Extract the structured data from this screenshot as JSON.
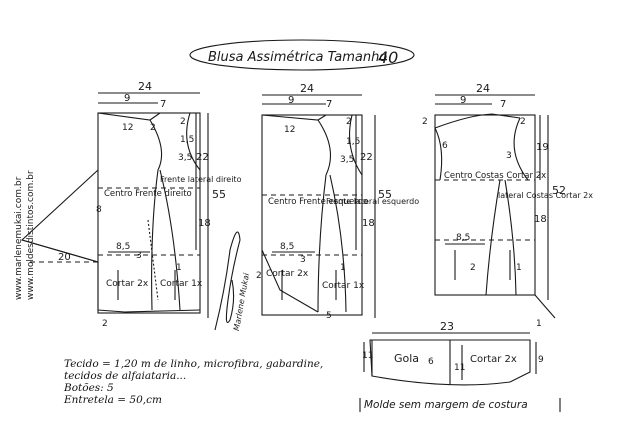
{
  "title": "Blusa Assimétrica Tamanho",
  "size": "40",
  "side_urls": [
    "www.marlenemukai.com.br",
    "www.moldesdistintos.com.br"
  ],
  "front_right": {
    "width": "24",
    "shoulder": "9",
    "neck": "7",
    "m12": "12",
    "m2a": "2",
    "m2b": "2",
    "m1_5": "1,5",
    "m3_5": "3,5",
    "m22": "22",
    "m55": "55",
    "m18": "18",
    "m8_5": "8,5",
    "m8": "8",
    "m20": "20",
    "m3": "3",
    "m1": "1",
    "m2c": "2",
    "label_center": "Centro Frente direito",
    "label_side": "Frente lateral direito",
    "cut_center": "Cortar 2x",
    "cut_side": "Cortar 1x"
  },
  "front_left": {
    "width": "24",
    "shoulder": "9",
    "neck": "7",
    "m12": "12",
    "m2a": "2",
    "m1_5": "1,5",
    "m3_5": "3,5",
    "m22": "22",
    "m55": "55",
    "m18": "18",
    "m8_5": "8,5",
    "m3": "3",
    "m2": "2",
    "m5": "5",
    "m1": "1",
    "label_center": "Centro Frente esquerdo",
    "label_side": "Frente lateral esquerdo",
    "cut_center": "Cortar 2x",
    "cut_side": "Cortar 1x"
  },
  "back": {
    "width": "24",
    "shoulder": "9",
    "neck": "7",
    "m2a": "2",
    "m2b": "2",
    "m6": "6",
    "m3": "3",
    "m19": "19",
    "m52": "52",
    "m18": "18",
    "m8_5": "8,5",
    "m2": "2",
    "m1": "1",
    "label_center": "Centro Costas Cortar 2x",
    "label_side": "lateral Costas Cortar 2x"
  },
  "collar": {
    "width": "23",
    "m11": "11",
    "m6": "6",
    "m11b": "11",
    "m9": "9",
    "label": "Gola",
    "cut": "Cortar 2x",
    "corner": "1"
  },
  "notes": {
    "fabric": "Tecido = 1,20 m de linho, microfibra, gabardine, tecidos de alfaiataria...",
    "buttons": "Botões: 5",
    "interfacing": "Entretela = 50,cm"
  },
  "margin_note": "Molde sem margem de costura",
  "signature": "Marlene Mukai"
}
